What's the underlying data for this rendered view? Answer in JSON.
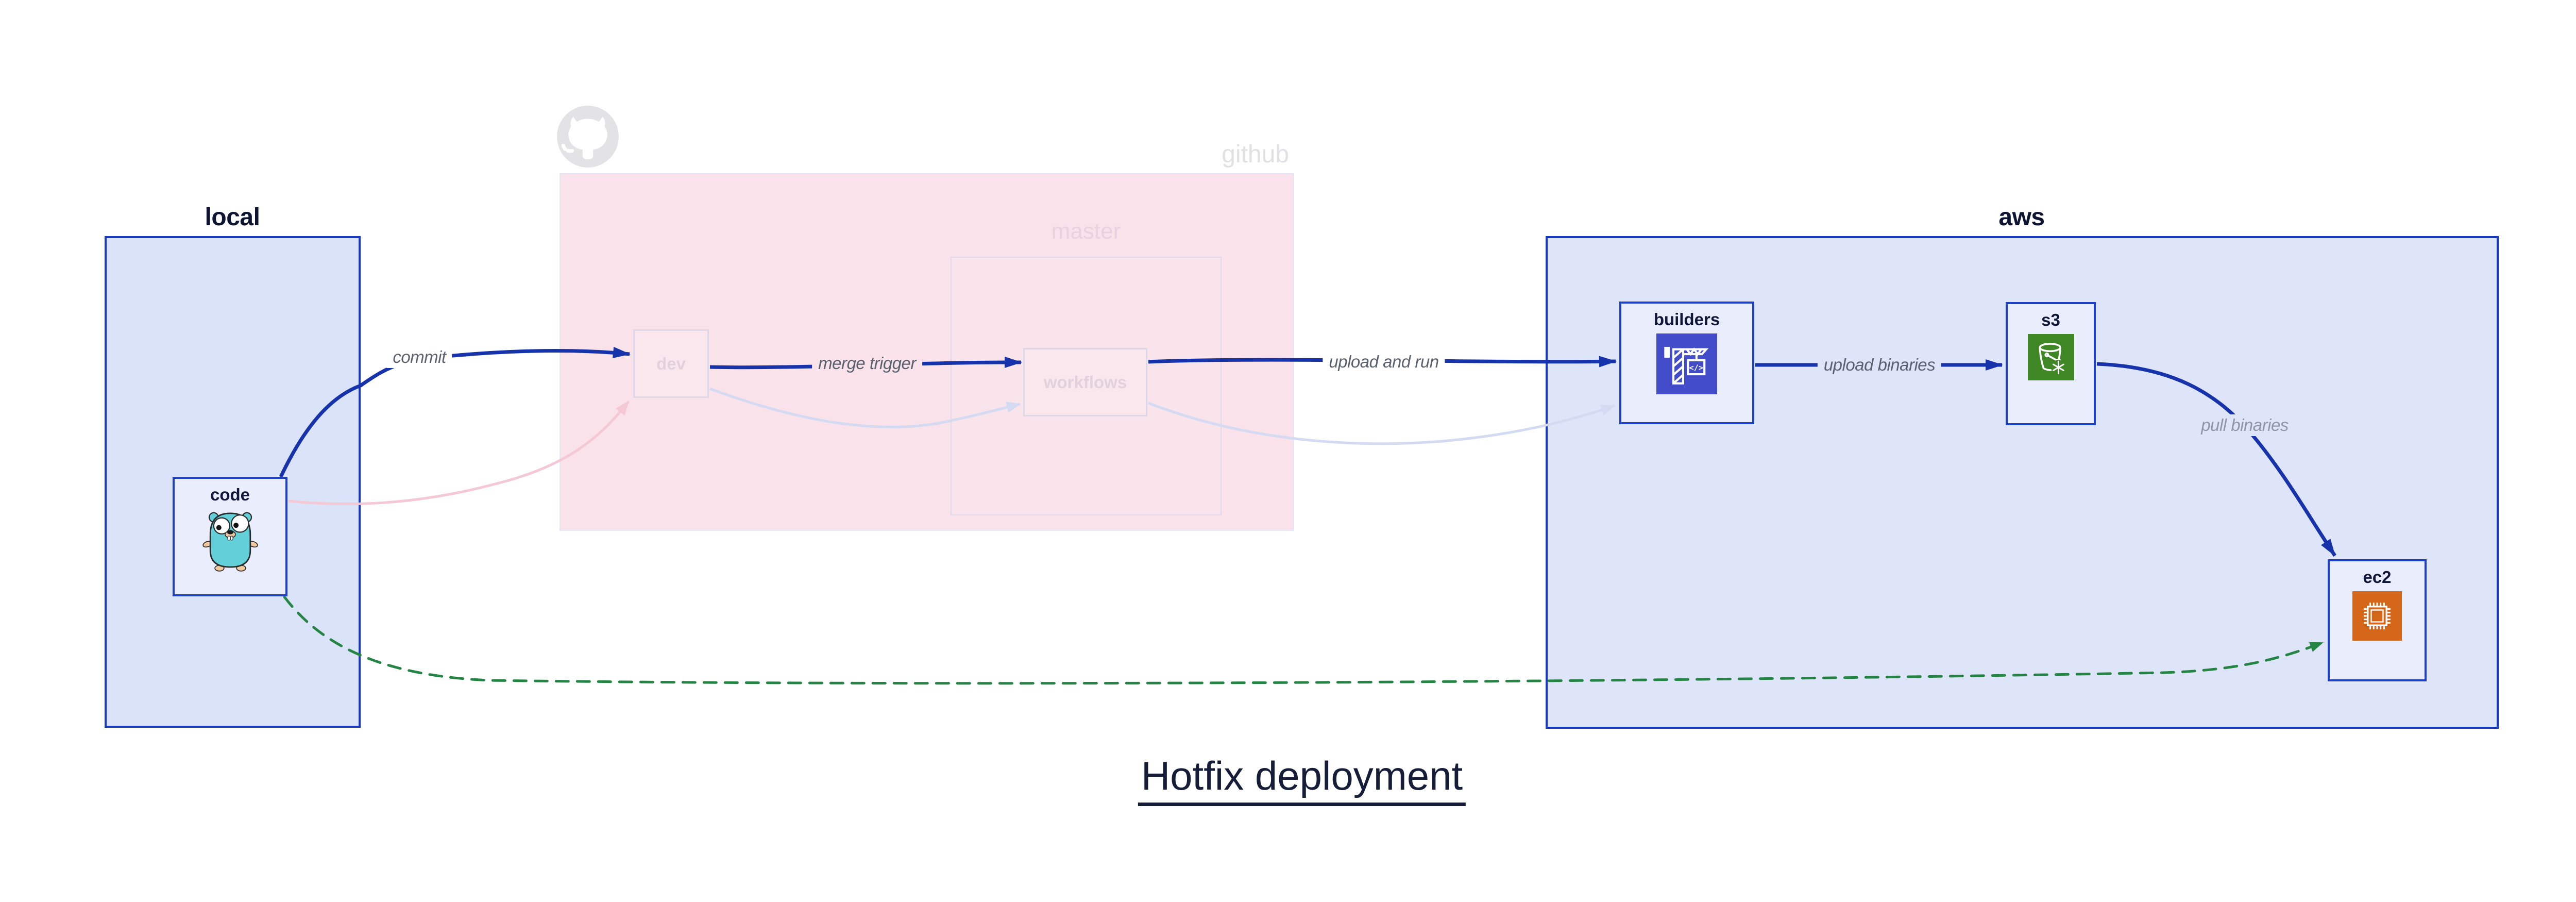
{
  "title": "Hotfix deployment",
  "containers": {
    "local": {
      "label": "local"
    },
    "github": {
      "label": "github"
    },
    "master": {
      "label": "master"
    },
    "aws": {
      "label": "aws"
    }
  },
  "nodes": {
    "code": {
      "label": "code",
      "icon": "go-gopher-icon"
    },
    "dev": {
      "label": "dev"
    },
    "workflows": {
      "label": "workflows"
    },
    "builders": {
      "label": "builders",
      "icon": "codebuild-crane-icon"
    },
    "s3": {
      "label": "s3",
      "icon": "s3-glacier-bucket-icon"
    },
    "ec2": {
      "label": "ec2",
      "icon": "ec2-chip-icon"
    }
  },
  "edges": [
    {
      "id": "commit",
      "label": "commit",
      "style": "bold-blue",
      "from": "code",
      "to": "dev"
    },
    {
      "id": "merge-trigger",
      "label": "merge trigger",
      "style": "bold-blue",
      "from": "dev",
      "to": "workflows"
    },
    {
      "id": "upload-and-run",
      "label": "upload and run",
      "style": "bold-blue",
      "from": "workflows",
      "to": "builders"
    },
    {
      "id": "upload-binaries",
      "label": "upload binaries",
      "style": "bold-blue",
      "from": "builders",
      "to": "s3"
    },
    {
      "id": "pull-binaries",
      "label": "pull binaries",
      "style": "bold-blue",
      "from": "s3",
      "to": "ec2"
    },
    {
      "id": "hotfix-direct",
      "label": "",
      "style": "green-dashed",
      "from": "code",
      "to": "ec2"
    },
    {
      "id": "code-to-dev-faded",
      "label": "",
      "style": "faded-pink",
      "from": "code",
      "to": "dev"
    },
    {
      "id": "dev-to-workflows-faded",
      "label": "",
      "style": "faded-lavender",
      "from": "dev",
      "to": "workflows"
    },
    {
      "id": "workflows-to-builders-faded",
      "label": "",
      "style": "faded-lavender",
      "from": "workflows",
      "to": "builders"
    }
  ],
  "decorations": {
    "github_logo": "github-octocat-icon"
  },
  "colors": {
    "strong_blue_border": "#1d40c4",
    "strong_blue_edge": "#1733ab",
    "lavender_container_fill": "#dfe5f8",
    "lavender_node_fill": "#eaeefc",
    "pink_container_fill": "#f9e2e9",
    "pink_node_fill": "#fae7ee",
    "faded_border": "#dcd8ec",
    "faded_pink_edge": "#f4c8d5",
    "faded_lavender_edge": "#d3daf1",
    "green_dashed_edge": "#238443",
    "edge_label_gray": "#59616f",
    "edge_label_light_gray": "#8d95a6",
    "dark_navy_text": "#0e1533",
    "faded_label_text": "#e2d1dc",
    "github_gray": "#e3e3e5",
    "codebuild_indigo": "#434cc8",
    "s3_green": "#3f8624",
    "ec2_orange": "#d4661a",
    "gopher_teal": "#63cfd8"
  }
}
